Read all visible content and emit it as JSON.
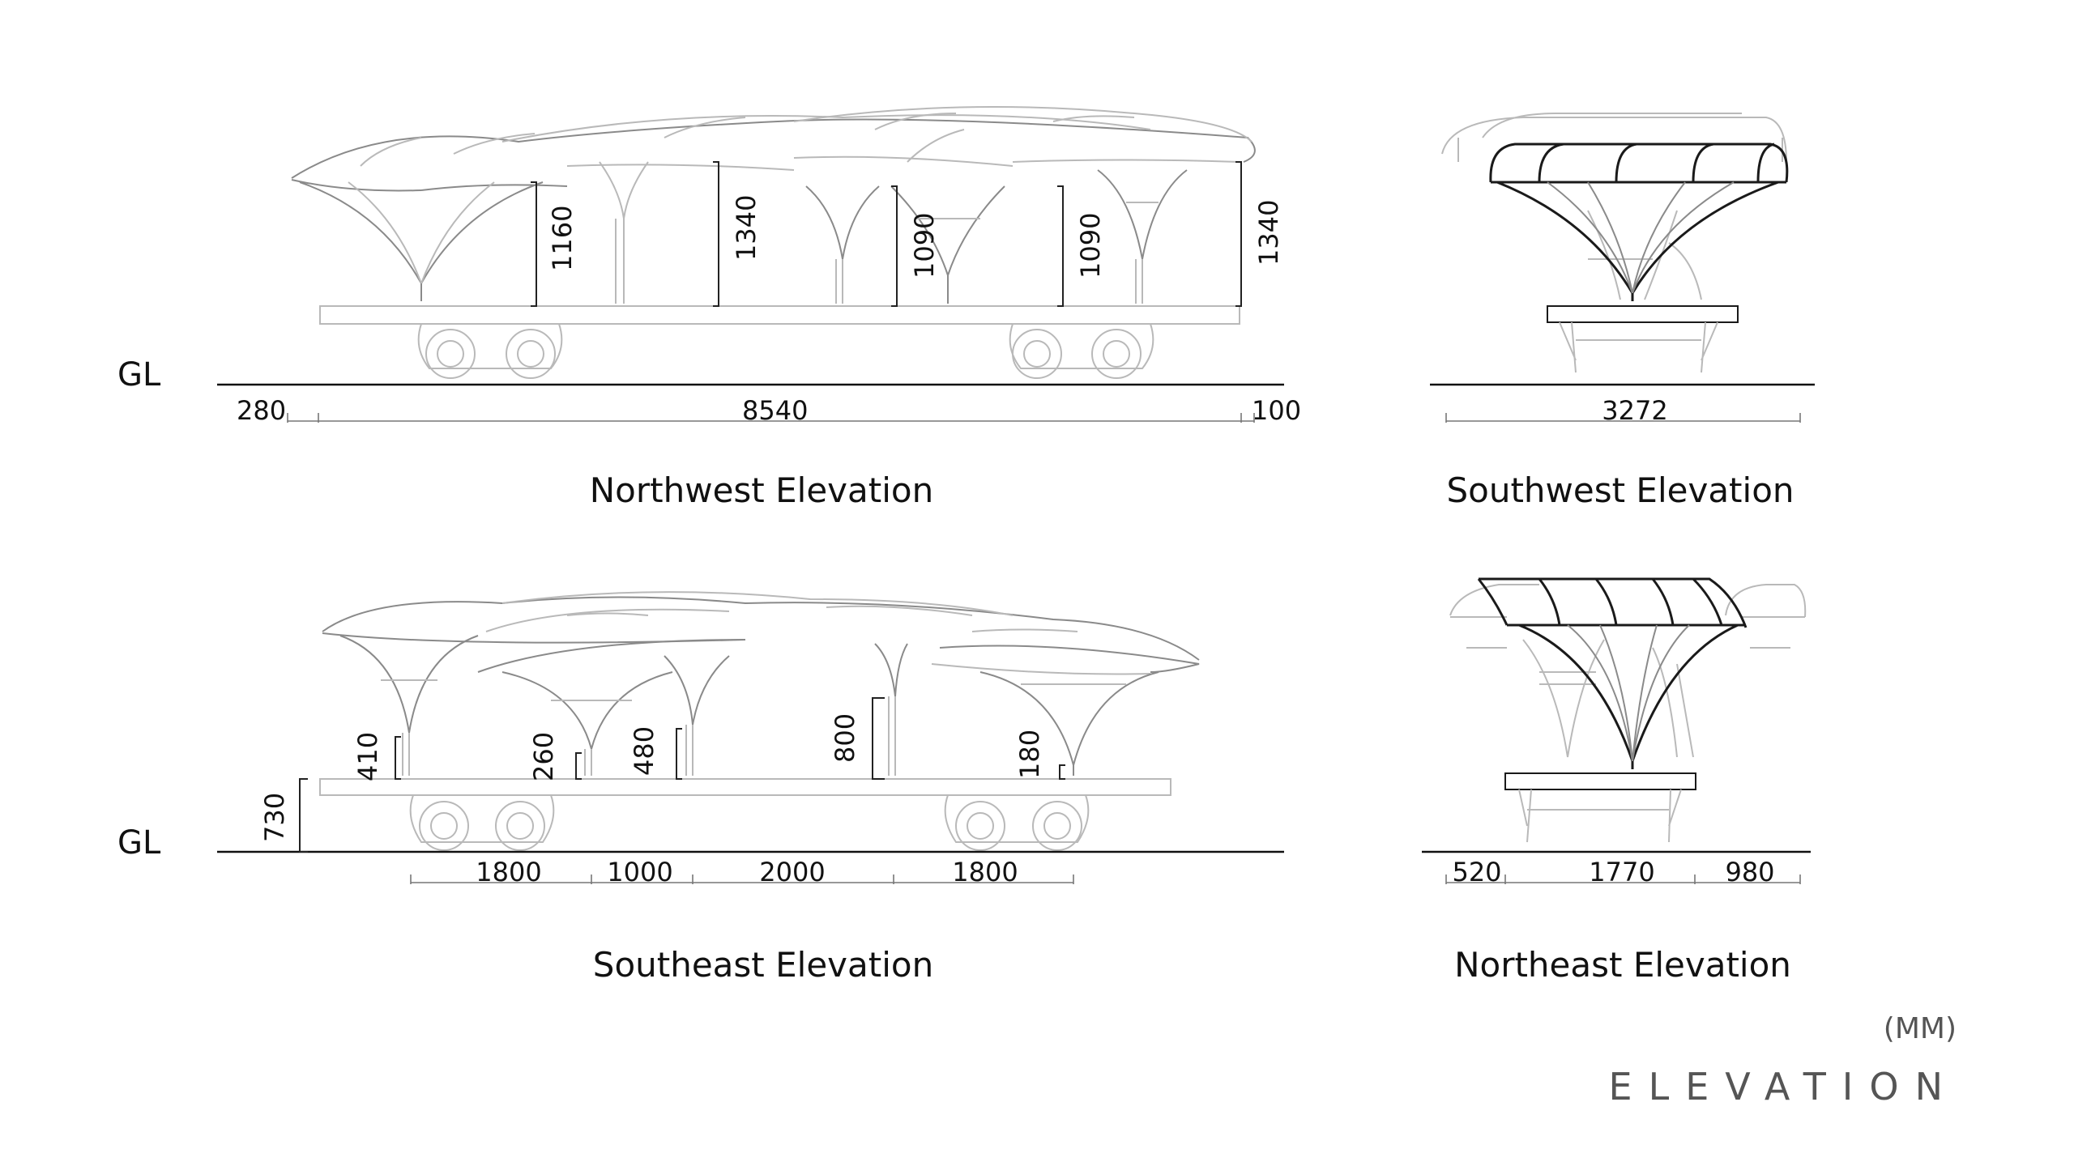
{
  "drawing": {
    "ground_label": "GL",
    "units": "(MM)",
    "sheet_title": "ELEVATION"
  },
  "views": {
    "northwest": {
      "title": "Northwest Elevation",
      "heights": [
        "1160",
        "1340",
        "1090",
        "1090",
        "1340"
      ],
      "widths": [
        "280",
        "8540",
        "100"
      ]
    },
    "southwest": {
      "title": "Southwest Elevation",
      "widths": [
        "3272"
      ]
    },
    "southeast": {
      "title": "Southeast Elevation",
      "heights": [
        "410",
        "260",
        "480",
        "800",
        "180",
        "730"
      ],
      "widths": [
        "1800",
        "1000",
        "2000",
        "1800"
      ]
    },
    "northeast": {
      "title": "Northeast Elevation",
      "widths": [
        "520",
        "1770",
        "980"
      ]
    }
  }
}
